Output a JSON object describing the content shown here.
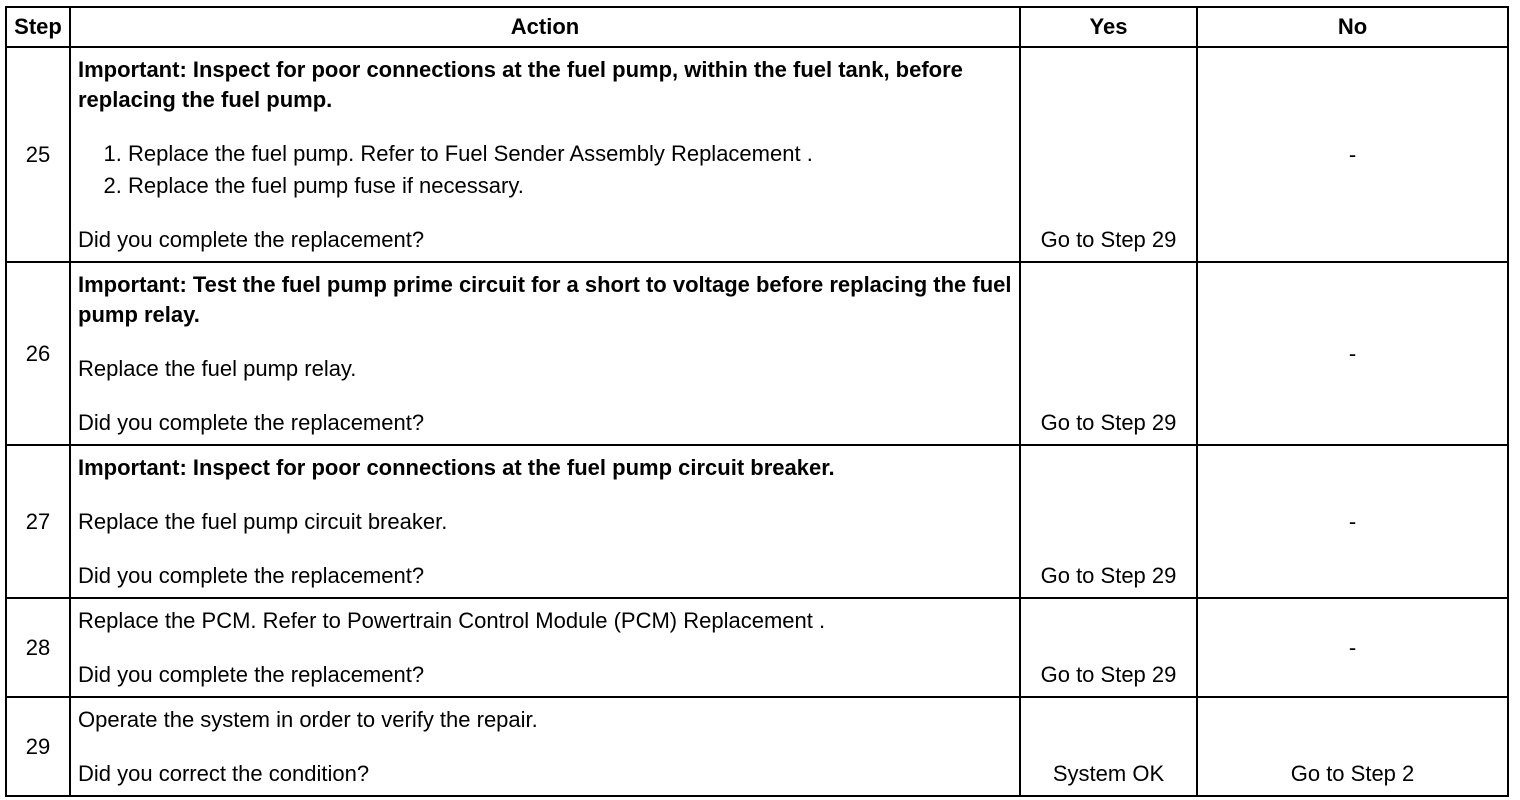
{
  "headers": {
    "step": "Step",
    "action": "Action",
    "yes": "Yes",
    "no": "No"
  },
  "rows": [
    {
      "step": "25",
      "important": "Important: Inspect for poor connections at the fuel pump, within the fuel tank, before replacing the fuel pump.",
      "list": [
        "Replace the fuel pump. Refer to Fuel Sender Assembly Replacement .",
        "Replace the fuel pump fuse if necessary."
      ],
      "question": "Did you complete the replacement?",
      "yes": "Go to Step 29",
      "no": "-"
    },
    {
      "step": "26",
      "important": "Important: Test the fuel pump prime circuit for a short to voltage before replacing the fuel pump relay.",
      "text": "Replace the fuel pump relay.",
      "question": "Did you complete the replacement?",
      "yes": "Go to Step 29",
      "no": "-"
    },
    {
      "step": "27",
      "important": "Important: Inspect for poor connections at the fuel pump circuit breaker.",
      "text": "Replace the fuel pump circuit breaker.",
      "question": "Did you complete the replacement?",
      "yes": "Go to Step 29",
      "no": "-"
    },
    {
      "step": "28",
      "text": "Replace the PCM. Refer to Powertrain Control Module (PCM) Replacement .",
      "question": "Did you complete the replacement?",
      "yes": "Go to Step 29",
      "no": "-"
    },
    {
      "step": "29",
      "text": "Operate the system in order to verify the repair.",
      "question": "Did you correct the condition?",
      "yes": "System OK",
      "no": "Go to Step 2"
    }
  ]
}
